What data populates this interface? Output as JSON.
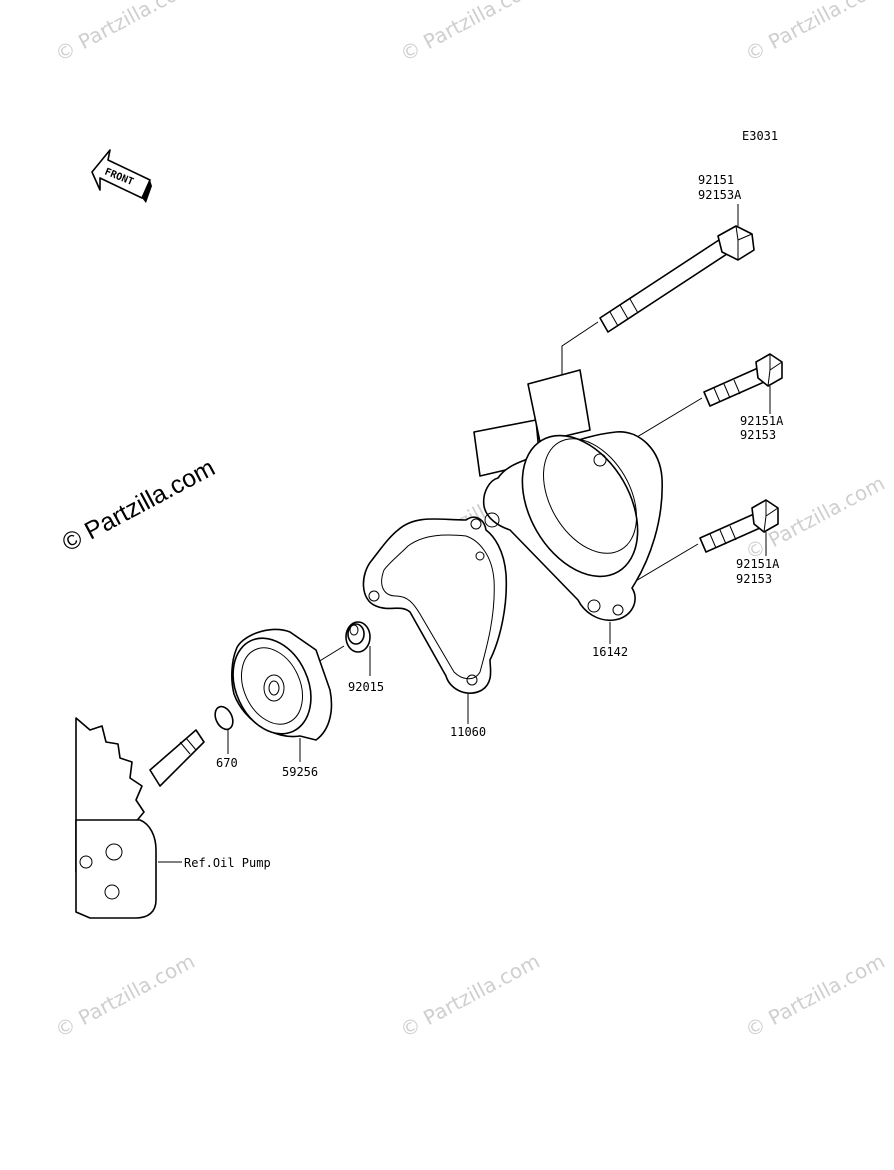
{
  "diagram_code": "E3031",
  "front_arrow_label": "FRONT",
  "watermarks": {
    "small": "© Partzilla.com",
    "large": "© Partzilla.com"
  },
  "labels": {
    "bolt_long_a": "92151",
    "bolt_long_b": "92153A",
    "bolt_mid_a": "92151A",
    "bolt_mid_b": "92153",
    "bolt_low_a": "92151A",
    "bolt_low_b": "92153",
    "cover": "16142",
    "gasket": "11060",
    "washer": "92015",
    "impeller": "59256",
    "oring": "670",
    "ref_pump": "Ref.Oil Pump"
  }
}
